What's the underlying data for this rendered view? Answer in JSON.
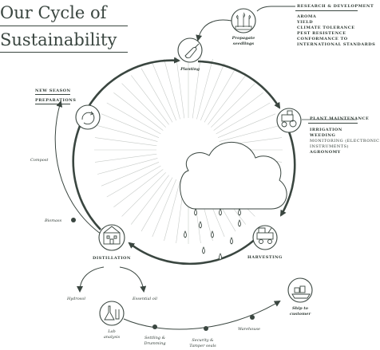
{
  "title": {
    "line1": "Our Cycle of",
    "line2": "Sustainability"
  },
  "colors": {
    "ink": "#3a4640",
    "accent": "#3f4a44",
    "background": "#ffffff"
  },
  "research": {
    "heading": "Research & Development",
    "items": [
      "Aroma",
      "Yield",
      "Climate tolerance",
      "Pest resistence",
      "Conformance to",
      "International standards"
    ]
  },
  "propagate": {
    "line1": "Propagate",
    "line2": "seedlings",
    "icon": "seedlings-icon"
  },
  "planting": {
    "label": "Planting",
    "icon": "trowel-icon"
  },
  "plant_maintenance": {
    "heading": "Plant Maintenance",
    "items": [
      "Irrigation",
      "Weeding",
      "Monitoring (electronic",
      "instruments)",
      "Agronomy"
    ],
    "icon": "tractor-icon"
  },
  "harvesting": {
    "label": "Harvesting",
    "icon": "harvester-icon"
  },
  "distillation": {
    "label": "Distillation",
    "icon": "distillery-icon"
  },
  "new_season": {
    "line1": "New season",
    "line2": "preparations",
    "icon": "recycle-icon"
  },
  "cycle_labels": {
    "compost": "Compost",
    "biomass": "Biomass"
  },
  "outputs": {
    "hydrosol": "Hydrosol",
    "essential_oil": "Essential oil"
  },
  "lab": {
    "line1": "Lab",
    "line2": "analysis",
    "icon": "lab-flask-icon"
  },
  "supply_chain": {
    "settling": [
      "Settling &",
      "Drumming"
    ],
    "security": [
      "Security &",
      "Tamper seals"
    ],
    "warehouse": "Warehouse"
  },
  "ship": {
    "line1": "Ship to",
    "line2": "customer",
    "icon": "ship-icon"
  }
}
